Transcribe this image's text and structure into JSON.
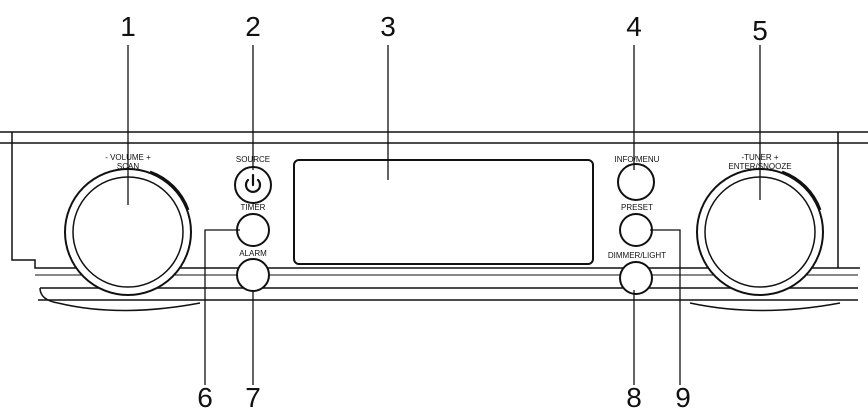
{
  "callouts": [
    "1",
    "2",
    "3",
    "4",
    "5",
    "6",
    "7",
    "8",
    "9"
  ],
  "labels": {
    "volume": "- VOLUME +",
    "scan": "SCAN",
    "source": "SOURCE",
    "timer": "TIMER",
    "alarm": "ALARM",
    "info_menu": "INFO/MENU",
    "preset": "PRESET",
    "dimmer_light": "DIMMER/LIGHT",
    "tuner": "-TUNER +",
    "enter_snooze": "ENTER/SNOOZE"
  },
  "icons": {
    "source_button": "power-icon"
  }
}
